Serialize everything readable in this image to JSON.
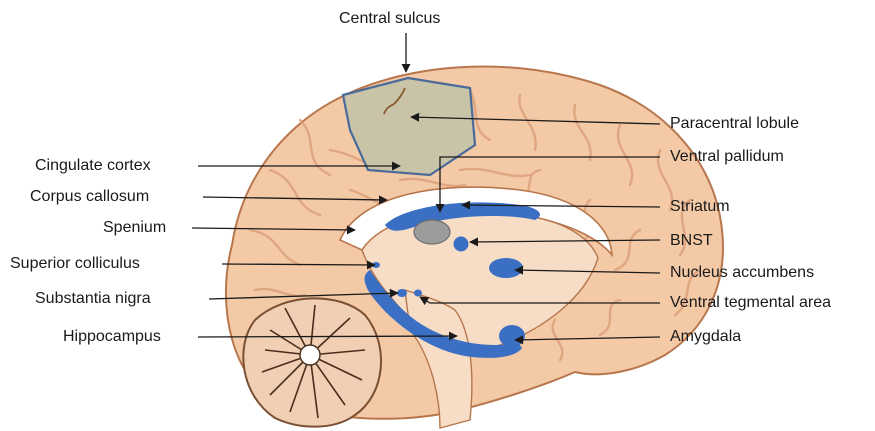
{
  "labels": {
    "central_sulcus": "Central sulcus",
    "paracentral_lobule": "Paracentral lobule",
    "cingulate_cortex": "Cingulate cortex",
    "ventral_pallidum": "Ventral pallidum",
    "corpus_callosum": "Corpus callosum",
    "striatum": "Striatum",
    "spenium": "Spenium",
    "bnst": "BNST",
    "superior_colliculus": "Superior colliculus",
    "nucleus_accumbens": "Nucleus accumbens",
    "substantia_nigra": "Substantia nigra",
    "ventral_tegmental_area": "Ventral tegmental area",
    "hippocampus": "Hippocampus",
    "amygdala": "Amygdala"
  },
  "colors": {
    "cortex_fill": "#f3c9a6",
    "cortex_gyri": "#e9ad84",
    "cortex_outline": "#b8764c",
    "highlight_blue": "#3b6fc4",
    "paracentral_fill": "#c9c4a8",
    "pallidum_gray": "#9c9c9c",
    "cerebellum_fill": "#f0cfb5"
  }
}
